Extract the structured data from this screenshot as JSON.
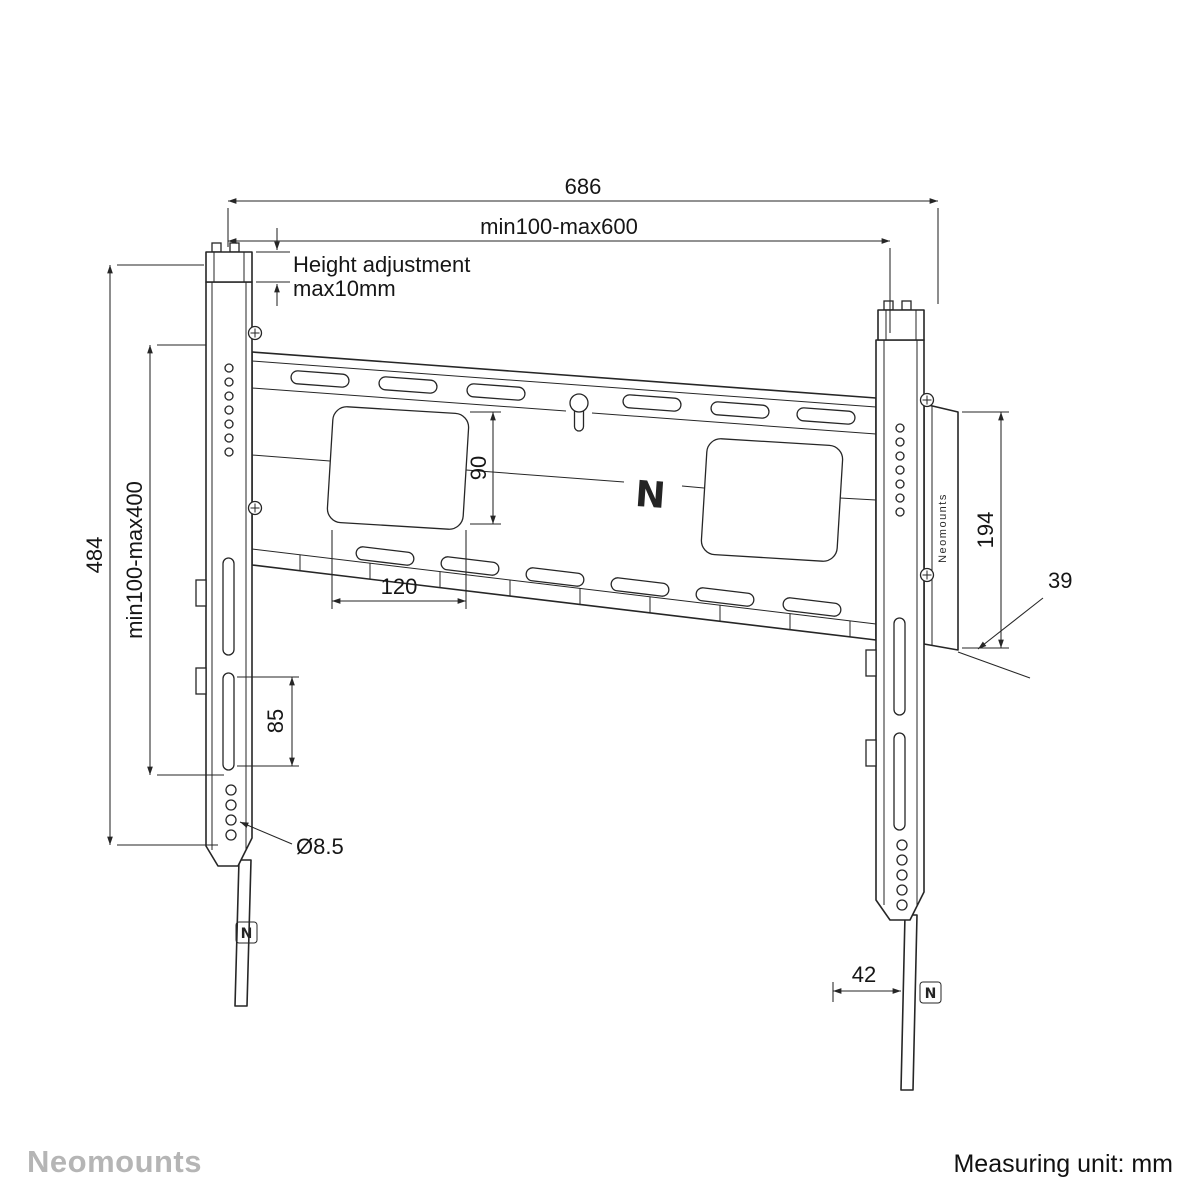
{
  "meta": {
    "ink_color": "#262626",
    "brand_gray": "#b5b5b5",
    "background": "#ffffff"
  },
  "drawing": {
    "labels": {
      "width_total": "686",
      "width_vesa": "min100-max600",
      "height_adjust_1": "Height adjustment",
      "height_adjust_2": "max10mm",
      "height_total": "484",
      "height_vesa": "min100-max400",
      "cutout_height": "90",
      "cutout_width": "120",
      "slot_length": "85",
      "hole_diameter": "Ø8.5",
      "plate_end_height": "194",
      "plate_depth": "39",
      "bracket_offset": "42"
    },
    "logo_glyph": "N",
    "bracket_side_text": "Neomounts"
  },
  "footer": {
    "brand": "Neomounts",
    "unit_note": "Measuring unit: mm"
  }
}
